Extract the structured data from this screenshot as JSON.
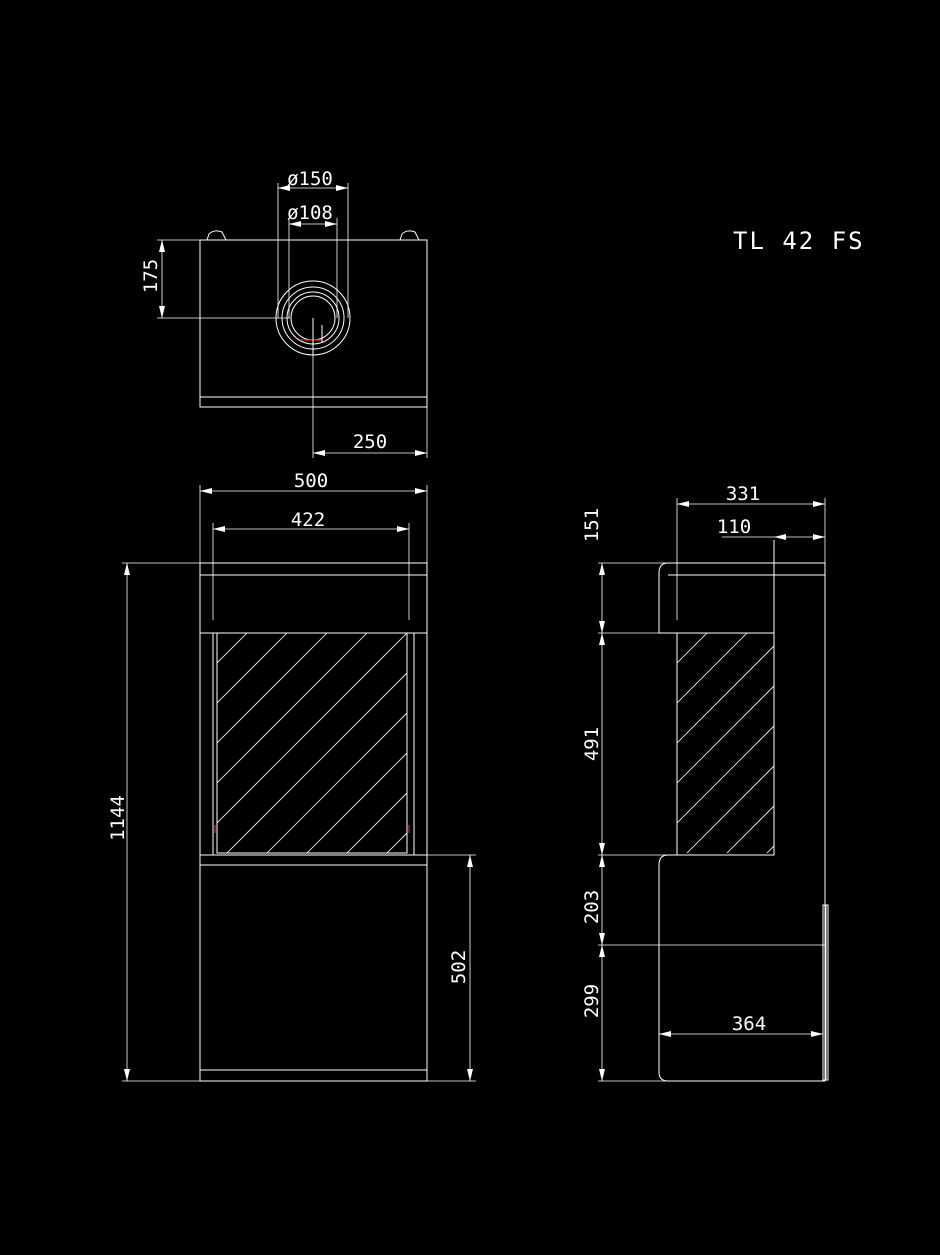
{
  "title": "TL 42 FS",
  "colors": {
    "background": "#000000",
    "line": "#ffffff",
    "accent": "#e02020"
  },
  "top_view": {
    "dim_flue_outer": "ø150",
    "dim_flue_inner": "ø108",
    "dim_depth_to_flue": "175",
    "dim_width_to_flue": "250"
  },
  "front_view": {
    "dim_total_width": "500",
    "dim_inner_width": "422",
    "dim_total_height": "1144",
    "dim_base_height": "502"
  },
  "side_view": {
    "dim_total_depth": "331",
    "dim_flue_offset": "110",
    "dim_top_height": "151",
    "dim_window_height": "491",
    "dim_mid_height": "203",
    "dim_bottom_height": "299",
    "dim_base_depth": "364"
  }
}
